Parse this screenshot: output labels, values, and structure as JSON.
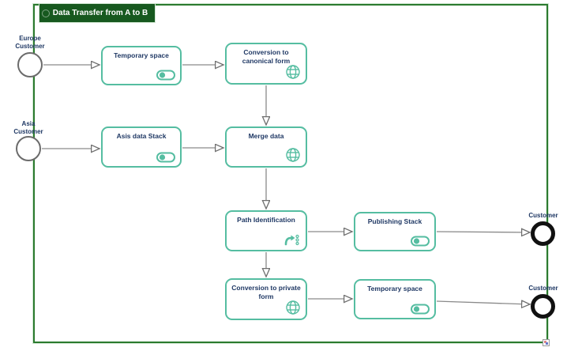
{
  "frame": {
    "title": "Data Transfer from A to B"
  },
  "colors": {
    "frame_green": "#2B7A2E",
    "banner_green": "#17591F",
    "task_border_teal": "#55BDA1",
    "label_navy": "#1F3864",
    "connector_gray": "#8A8A8A",
    "end_event_black": "#111111"
  },
  "events": [
    {
      "label": "Europe\nCustomer",
      "type": "start"
    },
    {
      "label": "Asia\nCustomer",
      "type": "start"
    },
    {
      "label": "Customer",
      "type": "end"
    },
    {
      "label": "Customer",
      "type": "end"
    }
  ],
  "tasks": [
    {
      "label": "Temporary space",
      "icon": "service-toggle"
    },
    {
      "label": "Conversion to canonical form",
      "icon": "globe"
    },
    {
      "label": "Asis data Stack",
      "icon": "service-toggle"
    },
    {
      "label": "Merge data",
      "icon": "globe"
    },
    {
      "label": "Path Identification",
      "icon": "process-arrow"
    },
    {
      "label": "Publishing Stack",
      "icon": "service-toggle"
    },
    {
      "label": "Conversion to private form",
      "icon": "globe"
    },
    {
      "label": "Temporary space",
      "icon": "service-toggle"
    }
  ]
}
